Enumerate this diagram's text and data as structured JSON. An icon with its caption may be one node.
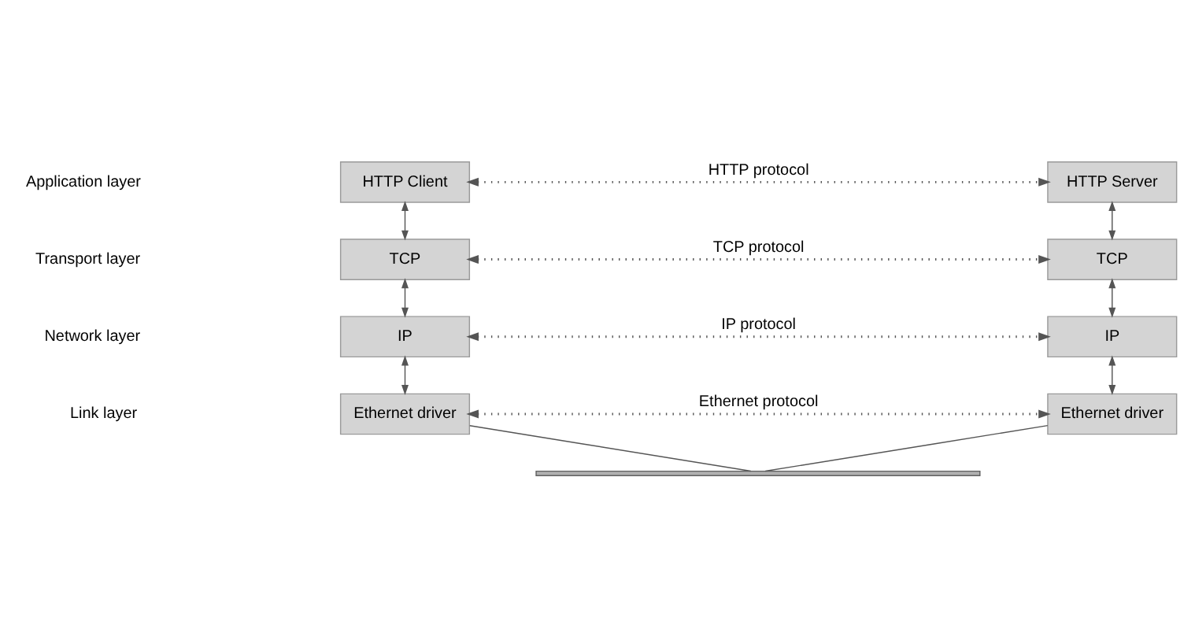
{
  "diagram": {
    "nodes": [
      {
        "text": [
          "HTTP Client"
        ]
      },
      {
        "text": [
          "HTTP Server"
        ]
      },
      {
        "text": [
          "TCP"
        ]
      },
      {
        "text": [
          "TCP"
        ]
      },
      {
        "text": [
          "IP"
        ]
      },
      {
        "text": [
          "IP"
        ]
      },
      {
        "text": [
          "Ethernet driver"
        ]
      },
      {
        "text": [
          "Ethernet driver"
        ]
      },
      {
        "text": [],
        "shape": "bar"
      }
    ],
    "edges": [
      {
        "from": 0,
        "to": 1,
        "arrow": "both",
        "label": "HTTP protocol",
        "style": "dashed"
      },
      {
        "from": 0,
        "to": 2,
        "arrow": "both"
      },
      {
        "from": 1,
        "to": 3,
        "arrow": "both"
      },
      {
        "from": 2,
        "to": 3,
        "arrow": "both",
        "label": "TCP protocol",
        "style": "dashed"
      },
      {
        "from": 2,
        "to": 4,
        "arrow": "both"
      },
      {
        "from": 3,
        "to": 5,
        "arrow": "both"
      },
      {
        "from": 4,
        "to": 5,
        "arrow": "both",
        "label": "IP protocol",
        "style": "dashed"
      },
      {
        "from": 4,
        "to": 6,
        "arrow": "both"
      },
      {
        "from": 5,
        "to": 7,
        "arrow": "both"
      },
      {
        "from": 6,
        "to": 7,
        "arrow": "both",
        "label": "Ethernet protocol",
        "style": "dashed"
      },
      {
        "from": 6,
        "to": 8,
        "arrow": "none"
      },
      {
        "from": 7,
        "to": 8,
        "arrow": "none"
      }
    ],
    "labels": [
      "Application layer",
      "Transport layer",
      "Network layer",
      "Link layer"
    ]
  }
}
